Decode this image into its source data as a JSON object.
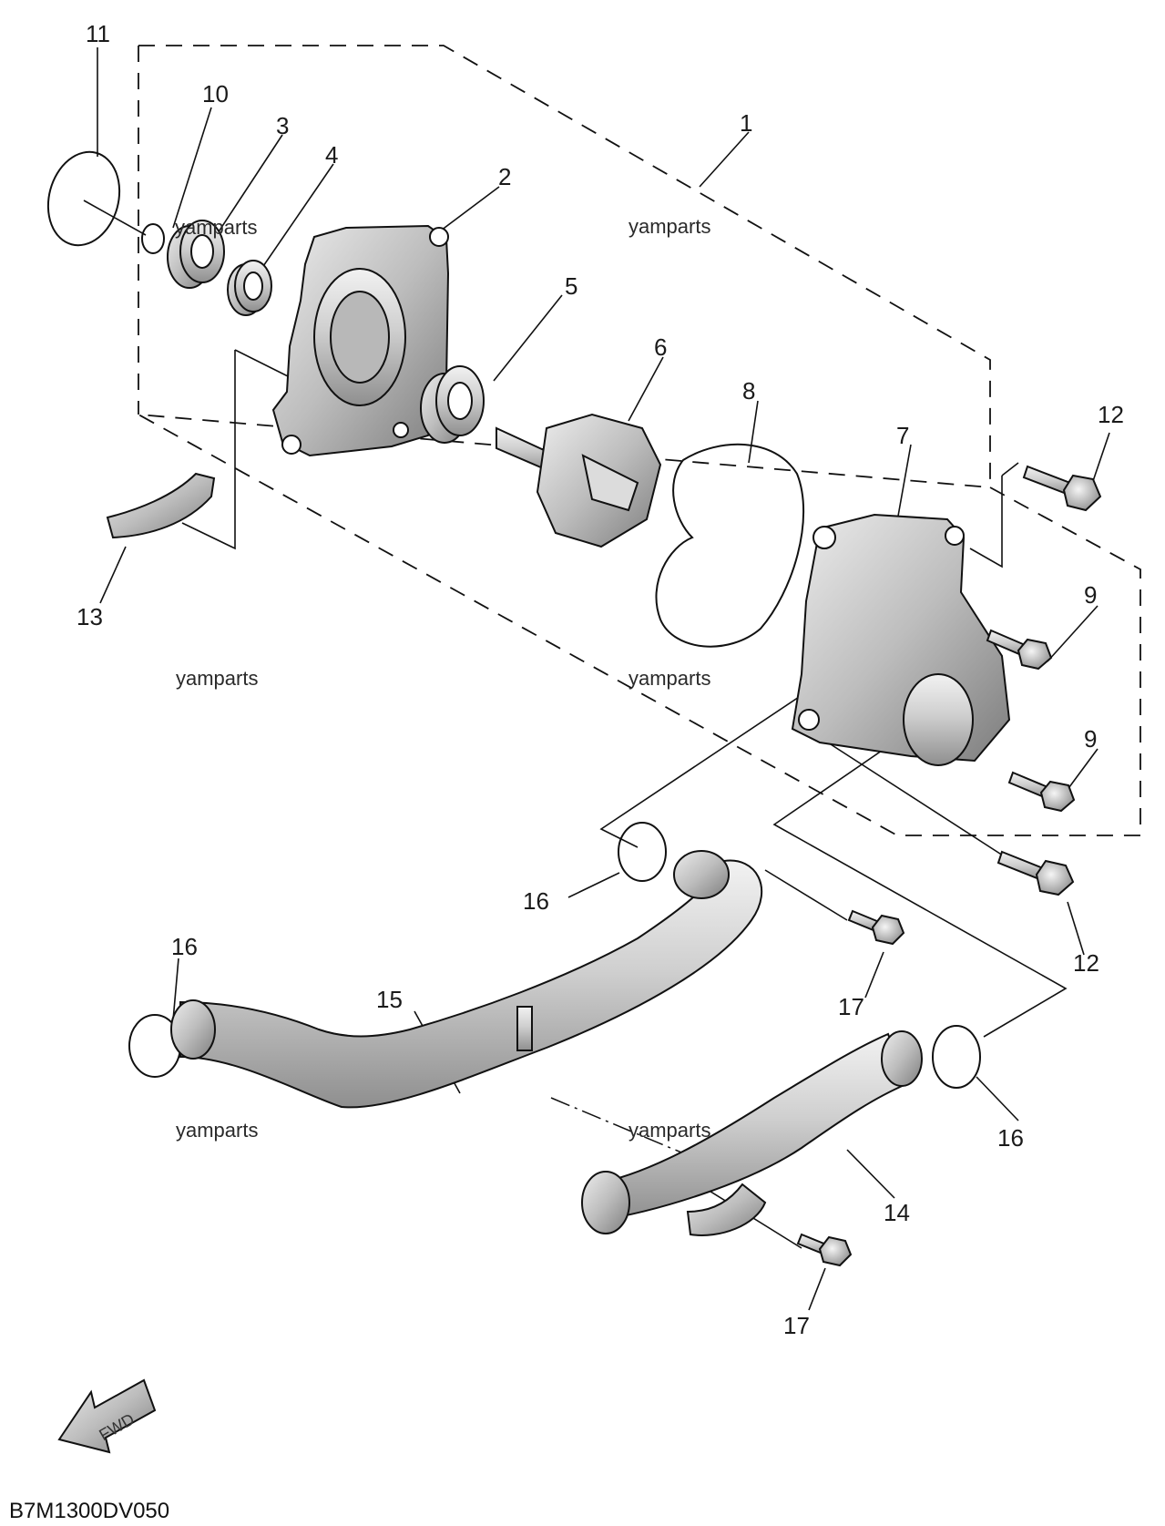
{
  "diagram": {
    "code": "B7M1300DV050",
    "watermark": "yamparts",
    "fwd_label": "FWD",
    "callouts": [
      {
        "id": "c11",
        "label": "11"
      },
      {
        "id": "c10",
        "label": "10"
      },
      {
        "id": "c3",
        "label": "3"
      },
      {
        "id": "c4",
        "label": "4"
      },
      {
        "id": "c2",
        "label": "2"
      },
      {
        "id": "c1",
        "label": "1"
      },
      {
        "id": "c5",
        "label": "5"
      },
      {
        "id": "c6",
        "label": "6"
      },
      {
        "id": "c8",
        "label": "8"
      },
      {
        "id": "c12a",
        "label": "12"
      },
      {
        "id": "c7",
        "label": "7"
      },
      {
        "id": "c9a",
        "label": "9"
      },
      {
        "id": "c9b",
        "label": "9"
      },
      {
        "id": "c13",
        "label": "13"
      },
      {
        "id": "c16a",
        "label": "16"
      },
      {
        "id": "c16b",
        "label": "16"
      },
      {
        "id": "c12b",
        "label": "12"
      },
      {
        "id": "c17a",
        "label": "17"
      },
      {
        "id": "c15",
        "label": "15"
      },
      {
        "id": "c16c",
        "label": "16"
      },
      {
        "id": "c14",
        "label": "14"
      },
      {
        "id": "c17b",
        "label": "17"
      }
    ]
  }
}
